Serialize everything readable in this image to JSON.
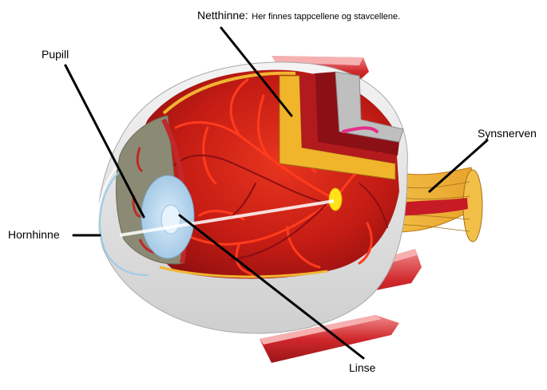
{
  "labels": {
    "retina_title": "Netthinne:",
    "retina_desc": "Her finnes tappcellene og stavcellene.",
    "pupil": "Pupill",
    "cornea": "Hornhinne",
    "optic_nerve": "Synsnerven",
    "lens": "Linse"
  },
  "colors": {
    "sclera": "#e6e6e6",
    "choroid": "#b0151a",
    "retina": "#f0b52a",
    "vessel": "#ff2a1a",
    "muscle": "#d7373a",
    "iris": "#8a8a75",
    "lens": "#b8d6ee"
  }
}
